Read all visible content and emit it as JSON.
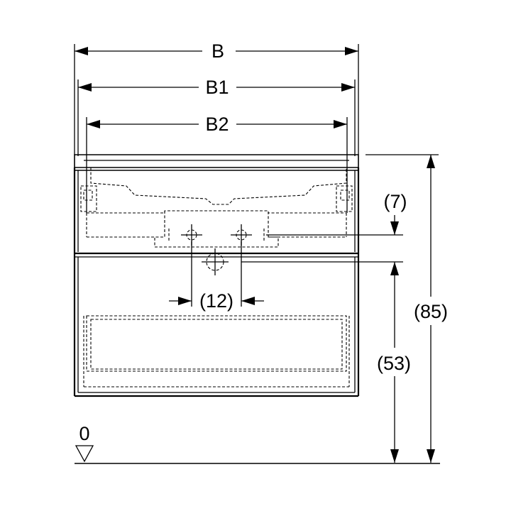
{
  "dimensions": {
    "width_b": "B",
    "width_b1": "B1",
    "width_b2": "B2",
    "siphon_offset": "(7)",
    "total_height": "(85)",
    "drain_height": "(53)",
    "connection_spacing": "(12)",
    "floor_level": "0"
  }
}
